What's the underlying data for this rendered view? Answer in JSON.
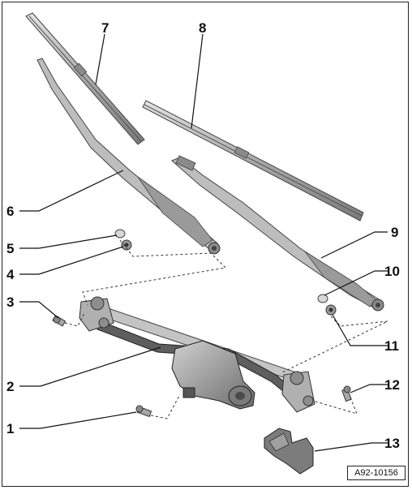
{
  "diagram": {
    "callouts": [
      "1",
      "2",
      "3",
      "4",
      "5",
      "6",
      "7",
      "8",
      "9",
      "10",
      "11",
      "12",
      "13"
    ],
    "reference_code": "A92-10156",
    "colors": {
      "part_fill": "#b9b9b9",
      "part_dark": "#6e6e6e",
      "part_light": "#dadada",
      "line": "#111111"
    }
  }
}
